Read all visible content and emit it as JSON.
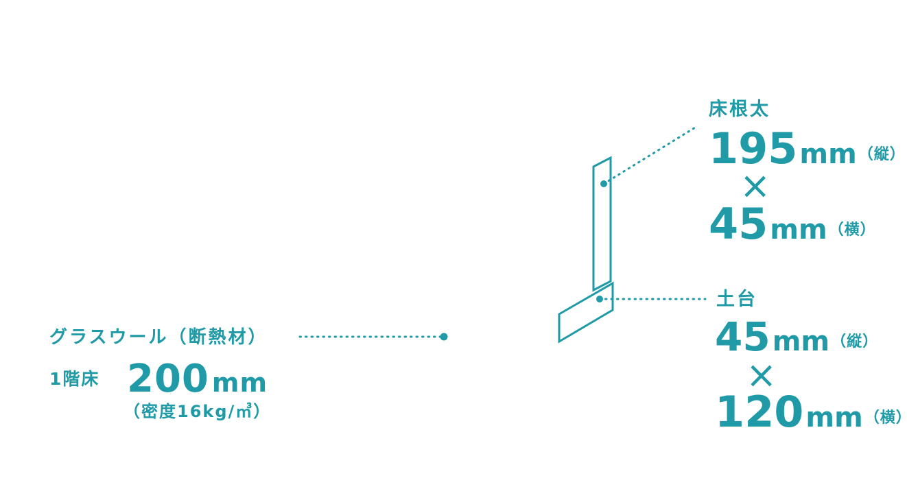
{
  "colors": {
    "accent": "#1f9aa6",
    "background": "#ffffff"
  },
  "glasswool": {
    "title": "グラスウール（断熱材）",
    "floor": "1階床",
    "value": "200",
    "unit": "mm",
    "density": "（密度16kg/㎥）"
  },
  "joist": {
    "title": "床根太",
    "height_value": "195",
    "height_unit": "mm",
    "height_note": "（縦）",
    "times": "×",
    "width_value": "45",
    "width_unit": "mm",
    "width_note": "（横）"
  },
  "sill": {
    "title": "土台",
    "height_value": "45",
    "height_unit": "mm",
    "height_note": "（縦）",
    "times": "×",
    "width_value": "120",
    "width_unit": "mm",
    "width_note": "（横）"
  }
}
